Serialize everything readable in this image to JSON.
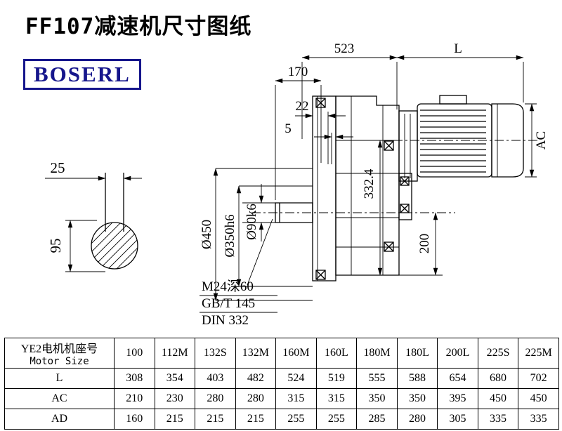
{
  "page": {
    "title": "FF107减速机尺寸图纸",
    "brand": "BOSERL"
  },
  "drawing": {
    "dims": {
      "d523": "523",
      "dL": "L",
      "d170": "170",
      "d22": "22",
      "d5": "5",
      "dAC": "AC",
      "d332_4": "332.4",
      "d200": "200",
      "d450": "Ø450",
      "d350": "Ø350h6",
      "d90": "Ø90k6",
      "d25": "25",
      "d95": "95"
    },
    "notes": {
      "line1": "M24深60",
      "line2": "GB/T 145",
      "line3": "DIN 332"
    }
  },
  "table": {
    "header_cn": "YE2电机机座号",
    "header_en": "Motor Size",
    "columns": [
      "100",
      "112M",
      "132S",
      "132M",
      "160M",
      "160L",
      "180M",
      "180L",
      "200L",
      "225S",
      "225M"
    ],
    "rows": [
      {
        "label": "L",
        "values": [
          "308",
          "354",
          "403",
          "482",
          "524",
          "519",
          "555",
          "588",
          "654",
          "680",
          "702"
        ]
      },
      {
        "label": "AC",
        "values": [
          "210",
          "230",
          "280",
          "280",
          "315",
          "315",
          "350",
          "350",
          "395",
          "450",
          "450"
        ]
      },
      {
        "label": "AD",
        "values": [
          "160",
          "215",
          "215",
          "215",
          "255",
          "255",
          "285",
          "280",
          "305",
          "335",
          "335"
        ]
      }
    ]
  }
}
